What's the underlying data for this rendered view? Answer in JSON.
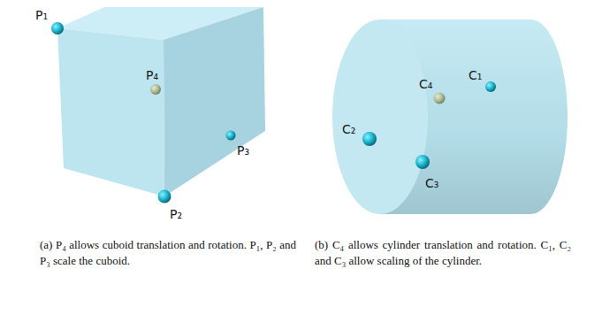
{
  "diagram": {
    "labels": [
      "P₁",
      "P₄",
      "P₃",
      "P₂",
      "C₂",
      "C₄",
      "C₁",
      "C₃",
      "(a) P₄ allows cuboid translation and rotation. P₁, P₂ and P₃ scale the cuboid.",
      "(b) C₄ allows cylinder translation and rotation. C₁, C₂ and C₃ allow scaling of the cylinder."
    ]
  }
}
